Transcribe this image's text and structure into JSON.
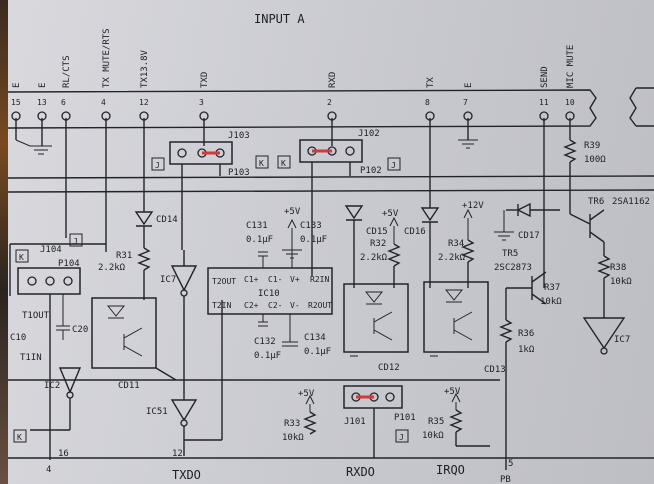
{
  "title": "INPUT A",
  "connector_signals": [
    {
      "num": "15",
      "label": "E"
    },
    {
      "num": "13",
      "label": "E"
    },
    {
      "num": "6",
      "label": "RL/CTS"
    },
    {
      "num": "4",
      "label": "TX MUTE/RTS"
    },
    {
      "num": "12",
      "label": "TX13.8V"
    },
    {
      "num": "3",
      "label": "TXD"
    },
    {
      "num": "2",
      "label": "RXD"
    },
    {
      "num": "8",
      "label": "TX"
    },
    {
      "num": "7",
      "label": "E"
    },
    {
      "num": "11",
      "label": "SEND"
    },
    {
      "num": "10",
      "label": "MIC MUTE"
    }
  ],
  "jumpers": {
    "j103": "J103",
    "p103": "P103",
    "j102": "J102",
    "p102": "P102",
    "j104": "J104",
    "p104": "P104",
    "j101": "J101",
    "p101": "P101",
    "j": "J",
    "k": "K"
  },
  "ic10": {
    "name": "IC10",
    "pins": [
      "T2OUT",
      "C1+",
      "C1-",
      "V+",
      "R2IN",
      "T2IN",
      "C2+",
      "C2-",
      "V-",
      "R2OUT"
    ]
  },
  "components": {
    "cd14": "CD14",
    "r31": "R31",
    "r31v": "2.2kΩ",
    "ic7a": "IC7",
    "cd11": "CD11",
    "c20": "C20",
    "ic2": "IC2",
    "c10": "C10",
    "t1out": "T1OUT",
    "t1in": "T1IN",
    "ic51": "IC51",
    "c131": "C131",
    "c131v": "0.1μF",
    "c133": "C133",
    "c133v": "0.1μF",
    "c132": "C132",
    "c132v": "0.1μF",
    "c134": "C134",
    "c134v": "0.1μF",
    "cd15": "CD15",
    "r32": "R32",
    "r32v": "2.2kΩ",
    "cd12": "CD12",
    "cd16": "CD16",
    "r34": "R34",
    "r34v": "2.2kΩ",
    "cd13": "CD13",
    "cd17": "CD17",
    "tr5": "TR5",
    "tr5v": "2SC2873",
    "r37": "R37",
    "r37v": "10kΩ",
    "r36": "R36",
    "r36v": "1kΩ",
    "r39": "R39",
    "r39v": "100Ω",
    "tr6": "TR6",
    "tr6v": "2SA1162",
    "r38": "R38",
    "r38v": "10kΩ",
    "ic7b": "IC7",
    "r33": "R33",
    "r33v": "10kΩ",
    "r35": "R35",
    "r35v": "10kΩ"
  },
  "supplies": {
    "p5a": "+5V",
    "p5b": "+5V",
    "p5c": "+5V",
    "p5d": "+5V",
    "p12": "+12V"
  },
  "bottom_labels": {
    "txdo": "TXDO",
    "rxdo": "RXDO",
    "irqo": "IRQO",
    "pb": "PB",
    "n4": "4",
    "n16": "16",
    "n12": "12",
    "n5": "5"
  }
}
